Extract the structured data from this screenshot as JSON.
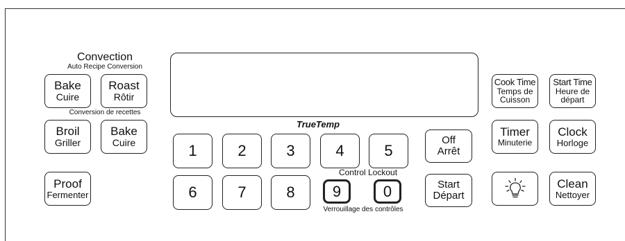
{
  "convection": {
    "title": "Convection",
    "subtitle": "Auto Recipe Conversion",
    "subtitle_fr": "Conversion de recettes"
  },
  "buttons": {
    "bake_conv": {
      "en": "Bake",
      "fr": "Cuire"
    },
    "roast": {
      "en": "Roast",
      "fr": "Rôtir"
    },
    "broil": {
      "en": "Broil",
      "fr": "Griller"
    },
    "bake": {
      "en": "Bake",
      "fr": "Cuire"
    },
    "proof": {
      "en": "Proof",
      "fr": "Fermenter"
    },
    "off": {
      "en": "Off",
      "fr": "Arrêt"
    },
    "start": {
      "en": "Start",
      "fr": "Départ"
    },
    "cook_time": {
      "en": "Cook Time",
      "fr1": "Temps de",
      "fr2": "Cuisson"
    },
    "start_time": {
      "en": "Start Time",
      "fr1": "Heure de",
      "fr2": "départ"
    },
    "timer": {
      "en": "Timer",
      "fr": "Minuterie"
    },
    "clock": {
      "en": "Clock",
      "fr": "Horloge"
    },
    "light": {
      "icon": "light-bulb-icon"
    },
    "clean": {
      "en": "Clean",
      "fr": "Nettoyer"
    }
  },
  "keypad": [
    "1",
    "2",
    "3",
    "4",
    "5",
    "6",
    "7",
    "8",
    "9",
    "0"
  ],
  "brand": "TrueTemp",
  "lockout": {
    "control": "Control",
    "lockout": "Lockout",
    "fr": "Verrouillage des contrôles"
  }
}
